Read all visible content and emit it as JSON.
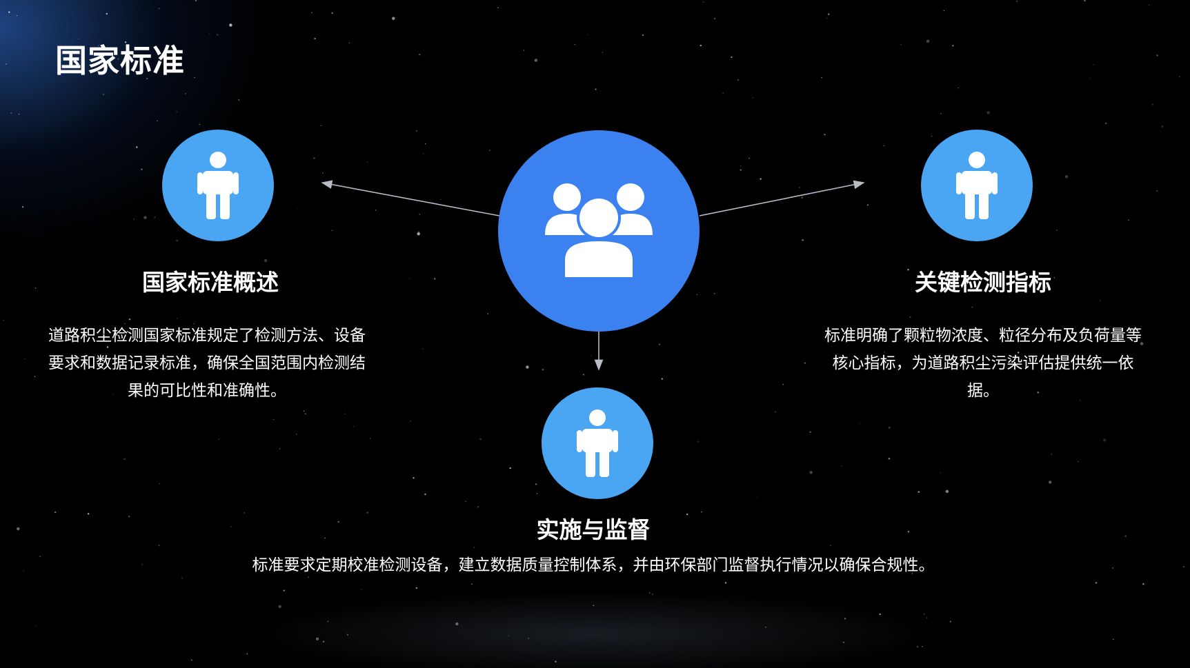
{
  "slide": {
    "title": "国家标准",
    "hub": {
      "icon": "group-users-icon",
      "color": "#3b82f0"
    },
    "nodes": {
      "left": {
        "icon": "person-icon",
        "title": "国家标准概述",
        "description": "道路积尘检测国家标准规定了检测方法、设备要求和数据记录标准，确保全国范围内检测结果的可比性和准确性。"
      },
      "right": {
        "icon": "person-icon",
        "title": "关键检测指标",
        "description": "标准明确了颗粒物浓度、粒径分布及负荷量等核心指标，为道路积尘污染评估提供统一依据。"
      },
      "bottom": {
        "icon": "person-icon",
        "title": "实施与监督",
        "description": "标准要求定期校准检测设备，建立数据质量控制体系，并由环保部门监督执行情况以确保合规性。"
      }
    },
    "colors": {
      "node": "#4aa6f2",
      "background": "#000000",
      "connector": "#b8bcc4"
    }
  }
}
